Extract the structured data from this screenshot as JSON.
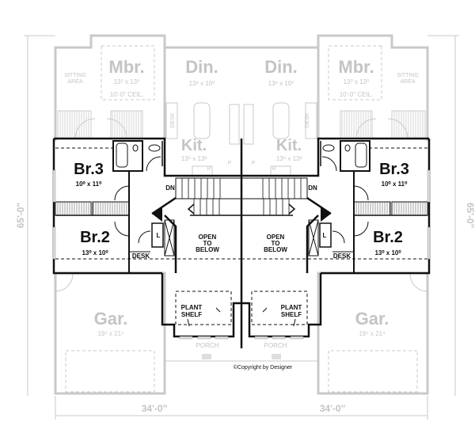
{
  "dimensions": {
    "depth": "65'-0\"",
    "width_left": "34'-0\"",
    "width_right": "34'-0\""
  },
  "copyright": "©Copyright by Designer",
  "units": [
    {
      "mbr": {
        "name": "Mbr.",
        "size": "13⁰ x 13⁰",
        "ceiling": "10'-0\" CEIL."
      },
      "sitting": {
        "line1": "SITTING",
        "line2": "AREA"
      },
      "din": {
        "name": "Din.",
        "size": "13⁸ x 10⁰"
      },
      "desk_upper": "DESK",
      "kit": {
        "name": "Kit.",
        "size": "13⁸ x 13³",
        "r": "R",
        "p": "P"
      },
      "br3": {
        "name": "Br.3",
        "size": "10⁰ x 11⁰"
      },
      "dn": "DN",
      "linen": "L",
      "br2": {
        "name": "Br.2",
        "size": "13⁰ x 10⁰"
      },
      "desk": "DESK",
      "open": {
        "line1": "OPEN",
        "line2": "TO",
        "line3": "BELOW"
      },
      "plant": {
        "line1": "PLANT",
        "line2": "SHELF"
      },
      "porch": "PORCH",
      "gar": {
        "name": "Gar.",
        "size": "19⁴ x 21⁴"
      }
    },
    {
      "mbr": {
        "name": "Mbr.",
        "size": "13⁰ x 13⁰",
        "ceiling": "10'-0\" CEIL."
      },
      "sitting": {
        "line1": "SITTING",
        "line2": "AREA"
      },
      "din": {
        "name": "Din.",
        "size": "13⁸ x 10⁰"
      },
      "desk_upper": "DESK",
      "kit": {
        "name": "Kit.",
        "size": "13⁸ x 13³",
        "r": "R",
        "p": "P"
      },
      "br3": {
        "name": "Br.3",
        "size": "10⁰ x 11⁰"
      },
      "dn": "DN",
      "linen": "L",
      "br2": {
        "name": "Br.2",
        "size": "13⁰ x 10⁰"
      },
      "desk": "DESK",
      "open": {
        "line1": "OPEN",
        "line2": "TO",
        "line3": "BELOW"
      },
      "plant": {
        "line1": "PLANT",
        "line2": "SHELF"
      },
      "porch": "PORCH",
      "gar": {
        "name": "Gar.",
        "size": "19⁴ x 21⁴"
      }
    }
  ]
}
